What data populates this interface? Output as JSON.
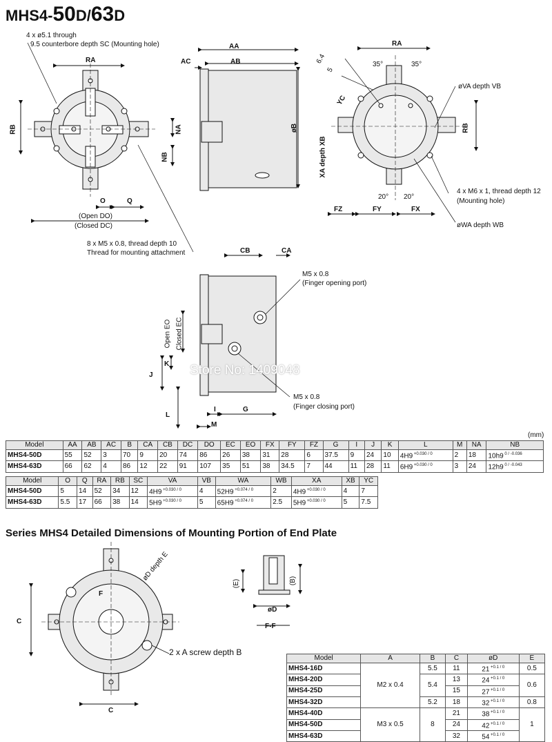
{
  "title": {
    "prefix": "MHS4-",
    "num1": "50",
    "suf1": "D",
    "sep": "/",
    "num2": "63",
    "suf2": "D"
  },
  "labels": {
    "through_hole": "4 x ø5.1 through",
    "counterbore": "9.5 counterbore depth SC (Mounting hole)",
    "RA": "RA",
    "RB": "RB",
    "NA": "NA",
    "NB": "NB",
    "O": "O",
    "Q": "Q",
    "open_do": "(Open DO)",
    "closed_dc": "(Closed DC)",
    "m5_thread": "8 x M5 x 0.8, thread depth 10",
    "m5_thread2": "Thread for mounting attachment",
    "AA": "AA",
    "AB": "AB",
    "AC": "AC",
    "oB": "øB",
    "RA2": "RA",
    "angle35": "35°",
    "d64": "6.4",
    "d5": "5",
    "YC": "YC",
    "va": "øVA depth VB",
    "RB2": "RB",
    "xa": "XA depth XB",
    "angle20": "20°",
    "m6": "4 x M6 x 1, thread depth 12",
    "m6b": "(Mounting hole)",
    "FZ": "FZ",
    "FY": "FY",
    "FX": "FX",
    "wa": "øWA depth WB",
    "CB": "CB",
    "CA": "CA",
    "m5a": "M5 x 0.8",
    "m5a2": "(Finger opening port)",
    "open_eo": "Open EO",
    "closed_ec": "Closed EC",
    "K": "K",
    "J": "J",
    "L": "L",
    "I": "I",
    "G": "G",
    "M": "M",
    "m5b": "M5 x 0.8",
    "m5b2": "(Finger closing port)",
    "mm": "(mm)",
    "C": "C",
    "oD_depth_E": "øD depth E",
    "F": "F",
    "screw": "2 x A screw depth B",
    "E": "(E)",
    "Bp": "(B)",
    "oD": "øD",
    "FF": "F-F"
  },
  "watermark": "Store No: 1409048",
  "section_title": "Series MHS4 Detailed Dimensions of Mounting Portion of End Plate",
  "table1": {
    "headers": [
      "Model",
      "AA",
      "AB",
      "AC",
      "B",
      "CA",
      "CB",
      "DC",
      "DO",
      "EC",
      "EO",
      "FX",
      "FY",
      "FZ",
      "G",
      "I",
      "J",
      "K",
      "L",
      "M",
      "NA",
      "NB"
    ],
    "rows": [
      [
        "MHS4-50D",
        "55",
        "52",
        "3",
        "70",
        "9",
        "20",
        "74",
        "86",
        "26",
        "38",
        "31",
        "28",
        "6",
        "37.5",
        "9",
        "24",
        "10",
        "4H9",
        "2",
        "18",
        "10h9"
      ],
      [
        "MHS4-63D",
        "66",
        "62",
        "4",
        "86",
        "12",
        "22",
        "91",
        "107",
        "35",
        "51",
        "38",
        "34.5",
        "7",
        "44",
        "11",
        "28",
        "11",
        "6H9",
        "3",
        "24",
        "12h9"
      ]
    ],
    "l_tol": "+0.030 / 0",
    "nb_tol": [
      "0 / -0.036",
      "0 / -0.043"
    ]
  },
  "table2": {
    "headers": [
      "Model",
      "O",
      "Q",
      "RA",
      "RB",
      "SC",
      "VA",
      "VB",
      "WA",
      "WB",
      "XA",
      "XB",
      "YC"
    ],
    "rows": [
      [
        "MHS4-50D",
        "5",
        "14",
        "52",
        "34",
        "12",
        "4H9",
        "4",
        "52H9",
        "2",
        "4H9",
        "4",
        "7"
      ],
      [
        "MHS4-63D",
        "5.5",
        "17",
        "66",
        "38",
        "14",
        "5H9",
        "5",
        "65H9",
        "2.5",
        "5H9",
        "5",
        "7.5"
      ]
    ],
    "tol_a": "+0.030 / 0",
    "tol_b": "+0.074 / 0"
  },
  "table3": {
    "headers": [
      "Model",
      "A",
      "B",
      "C",
      "øD",
      "E"
    ],
    "models": [
      "MHS4-16D",
      "MHS4-20D",
      "MHS4-25D",
      "MHS4-32D",
      "MHS4-40D",
      "MHS4-50D",
      "MHS4-63D"
    ],
    "A": [
      "M2 x 0.4",
      "M3 x 0.5"
    ],
    "B": [
      "5.5",
      "5.4",
      "5.2",
      "8"
    ],
    "C": [
      "11",
      "13",
      "15",
      "18",
      "21",
      "24",
      "32"
    ],
    "D": [
      "21",
      "24",
      "27",
      "32",
      "38",
      "42",
      "54"
    ],
    "D_tol": "+0.1 / 0",
    "E": [
      "0.5",
      "0.6",
      "0.8",
      "1"
    ]
  }
}
